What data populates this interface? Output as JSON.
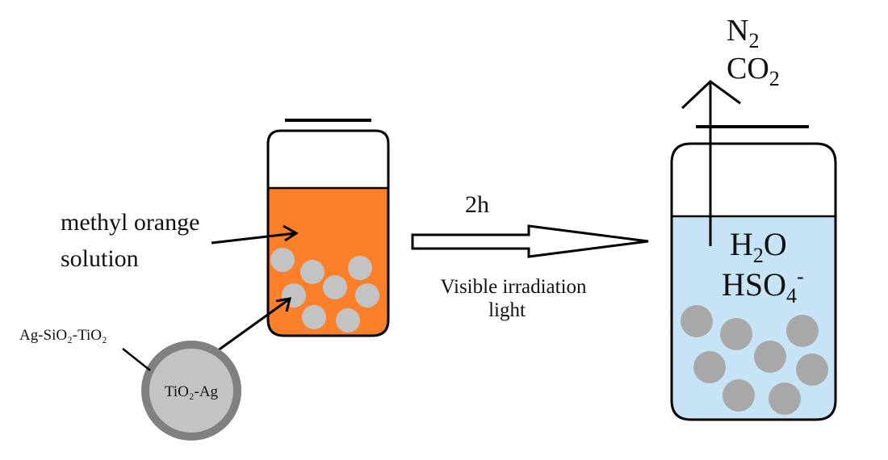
{
  "left_jar": {
    "solution_label_line1": "methyl orange",
    "solution_label_line2": "solution",
    "liquid_color": "#fc7f2a",
    "particle_color": "#c3c3c3"
  },
  "particle_detail": {
    "shell_label": "Ag-SiO₂-TiO₂",
    "core_label": "TiO₂-Ag",
    "shell_color": "#808080",
    "core_color": "#c3c3c3"
  },
  "process": {
    "time": "2h",
    "condition_line1": "Visible irradiation",
    "condition_line2": "light"
  },
  "right_jar": {
    "liquid_color": "#c7e4f6",
    "particle_color": "#a8a8a8",
    "products_liquid": [
      {
        "base": "H",
        "sub": "2",
        "tail": "O"
      },
      {
        "base": "HSO",
        "sub": "4",
        "sup": "-"
      }
    ],
    "products_gas": [
      {
        "base": "N",
        "sub": "2"
      },
      {
        "base": "CO",
        "sub": "2"
      }
    ]
  }
}
